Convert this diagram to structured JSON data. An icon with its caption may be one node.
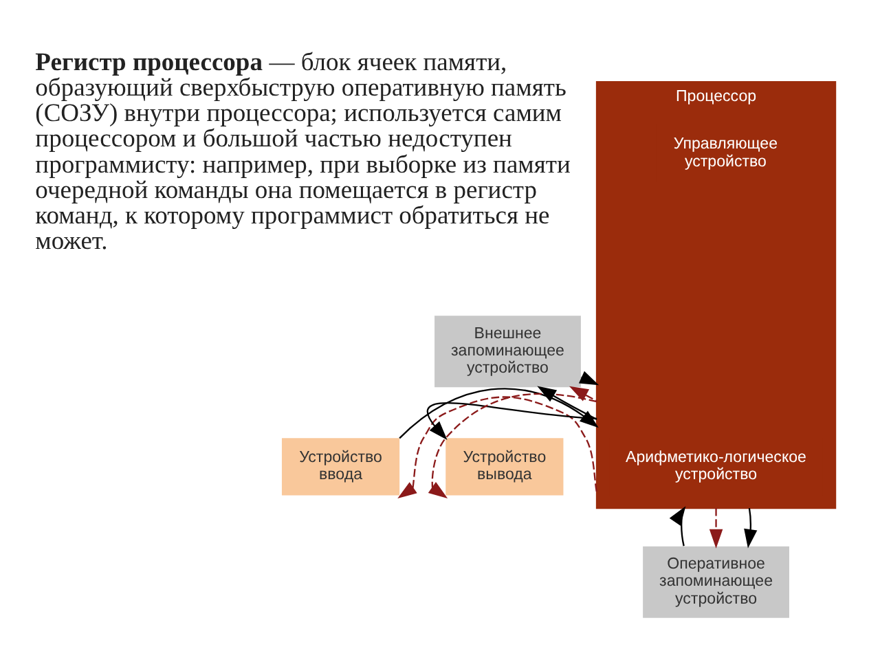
{
  "diagram": {
    "nodes": [
      {
        "text": [
          "Внешнее запоминающее устройство"
        ]
      },
      {
        "text": [
          "Процессор"
        ]
      },
      {
        "text": [
          "Арифметико-логическое устройство"
        ],
        "in": 1
      },
      {
        "text": [
          "Управляющее устройство"
        ],
        "in": 1
      },
      {
        "text": [
          "Устройство ввода"
        ]
      },
      {
        "text": [
          "Устройство вывода"
        ]
      },
      {
        "text": [
          "Оперативное запоминающее устройство"
        ]
      }
    ],
    "edges": [
      {
        "from": 1,
        "to": 0,
        "arrow": "to",
        "color": "#000000"
      },
      {
        "from": 1,
        "to": 0,
        "arrow": "to",
        "style": "dashed",
        "color": "#8b1a1a"
      },
      {
        "from": 0,
        "to": 1,
        "arrow": "to",
        "color": "#000000"
      },
      {
        "from": 4,
        "to": 1,
        "arrow": "to",
        "color": "#000000"
      },
      {
        "from": 1,
        "to": 4,
        "arrow": "to",
        "style": "dashed",
        "color": "#8b1a1a"
      },
      {
        "from": 1,
        "to": 5,
        "arrow": "to",
        "color": "#000000"
      },
      {
        "from": 1,
        "to": 5,
        "arrow": "to",
        "style": "dashed",
        "color": "#8b1a1a"
      },
      {
        "from": 6,
        "to": 1,
        "arrow": "to",
        "color": "#000000"
      },
      {
        "from": 1,
        "to": 6,
        "arrow": "to",
        "style": "dashed",
        "color": "#8b1a1a"
      },
      {
        "from": 1,
        "to": 6,
        "arrow": "to",
        "color": "#000000"
      }
    ],
    "labels": [
      "**Регистр процессора** — блок ячеек памяти, образующий сверхбыструю оперативную память (СОЗУ) внутри процессора; используется самим процессором и большой частью недоступен программисту: например, при выборке из памяти очередной команды она помещается в регистр команд, к которому программист обратиться не может."
    ]
  }
}
